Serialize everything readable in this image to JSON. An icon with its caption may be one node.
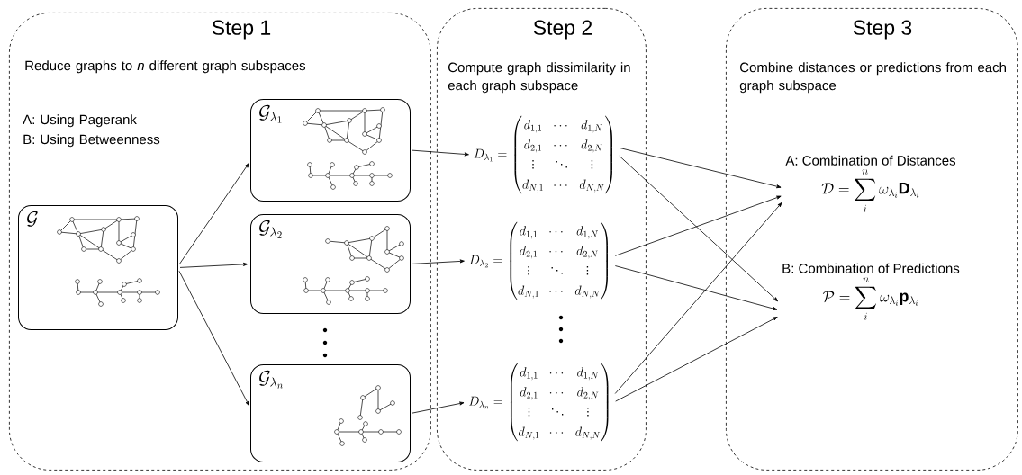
{
  "diagram": {
    "nodes": [
      {
        "text": [
          "Step 1",
          "Reduce graphs to *n* different graph subspaces",
          "A: Using Pagerank",
          "B: Using Betweenness"
        ]
      },
      {
        "text": [
          "Step 2",
          "Compute graph dissimilarity in each graph subspace"
        ]
      },
      {
        "text": [
          "Step 3",
          "Combine distances or predictions from each graph subspace"
        ]
      },
      {
        "text": [
          "\\mathcal{G}"
        ],
        "in": 0
      },
      {
        "text": [
          "\\mathcal{G}_{\\lambda_1}"
        ],
        "in": 0
      },
      {
        "text": [
          "\\mathcal{G}_{\\lambda_2}"
        ],
        "in": 0
      },
      {
        "text": [
          "\\mathcal{G}_{\\lambda_n}"
        ],
        "in": 0
      },
      {
        "text": [
          "D_{\\lambda_1} = \\begin{pmatrix} d_{1,1} & \\cdots & d_{1,N} \\\\ d_{2,1} & \\cdots & d_{2,N} \\\\ \\vdots & \\ddots & \\vdots \\\\ d_{N,1} & \\cdots & d_{N,N} \\end{pmatrix}"
        ],
        "in": 1
      },
      {
        "text": [
          "D_{\\lambda_2} = \\begin{pmatrix} d_{1,1} & \\cdots & d_{1,N} \\\\ d_{2,1} & \\cdots & d_{2,N} \\\\ \\vdots & \\ddots & \\vdots \\\\ d_{N,1} & \\cdots & d_{N,N} \\end{pmatrix}"
        ],
        "in": 1
      },
      {
        "text": [
          "D_{\\lambda_n} = \\begin{pmatrix} d_{1,1} & \\cdots & d_{1,N} \\\\ d_{2,1} & \\cdots & d_{2,N} \\\\ \\vdots & \\ddots & \\vdots \\\\ d_{N,1} & \\cdots & d_{N,N} \\end{pmatrix}"
        ],
        "in": 1
      },
      {
        "text": [
          "A: Combination of Distances",
          "\\mathcal{D} = \\sum_{i}^{n} \\omega_{\\lambda_i} \\mathbf{D}_{\\lambda_i}"
        ],
        "in": 2
      },
      {
        "text": [
          "B: Combination of Predictions",
          "\\mathcal{P} = \\sum_{i}^{n} \\omega_{\\lambda_i} \\mathbf{p}_{\\lambda_i}"
        ],
        "in": 2
      }
    ],
    "edges": [
      {
        "from": 3,
        "to": 4,
        "arrow": "to"
      },
      {
        "from": 3,
        "to": 5,
        "arrow": "to"
      },
      {
        "from": 3,
        "to": 6,
        "arrow": "to"
      },
      {
        "from": 4,
        "to": 7,
        "arrow": "to"
      },
      {
        "from": 5,
        "to": 8,
        "arrow": "to"
      },
      {
        "from": 6,
        "to": 9,
        "arrow": "to"
      },
      {
        "from": 7,
        "to": 10,
        "arrow": "to"
      },
      {
        "from": 7,
        "to": 11,
        "arrow": "to"
      },
      {
        "from": 8,
        "to": 10,
        "arrow": "to"
      },
      {
        "from": 8,
        "to": 11,
        "arrow": "to"
      },
      {
        "from": 9,
        "to": 10,
        "arrow": "to"
      },
      {
        "from": 9,
        "to": 11,
        "arrow": "to"
      }
    ]
  }
}
